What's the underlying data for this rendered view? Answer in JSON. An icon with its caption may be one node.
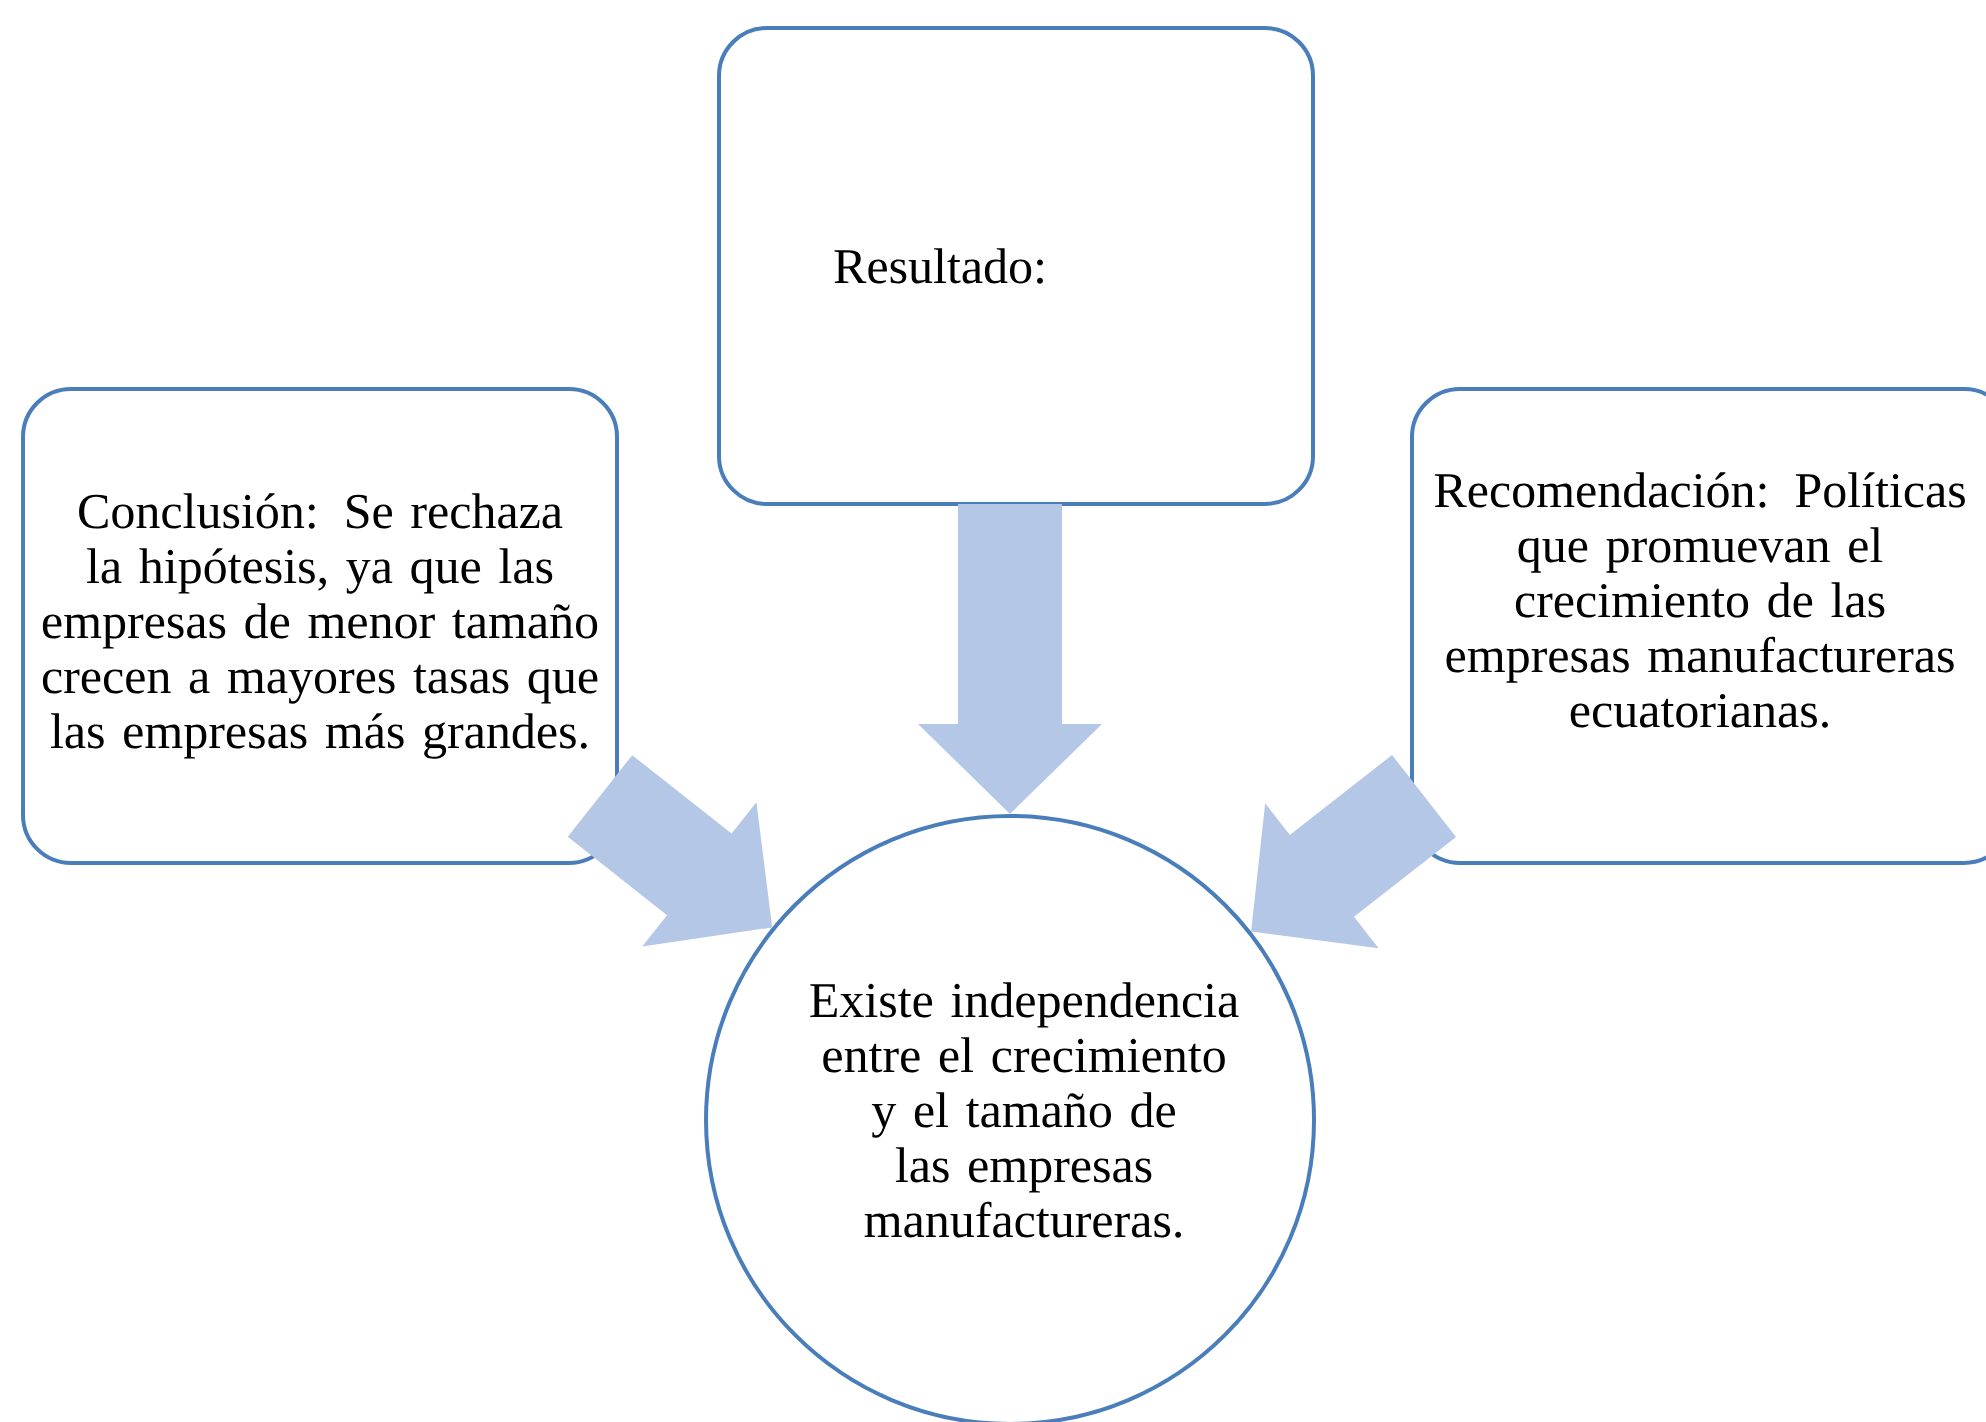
{
  "diagram": {
    "nodes": [
      {
        "text": [
          "Resultado:"
        ]
      },
      {
        "text": [
          "Conclusión: Se rechaza la hipótesis, ya que las empresas de menor tamaño crecen a mayores tasas que las empresas más grandes."
        ]
      },
      {
        "text": [
          "Recomendación: Políticas que promuevan el crecimiento de las empresas manufactureras ecuatorianas."
        ]
      },
      {
        "text": [
          "Existe independencia entre el crecimiento y el tamaño de las empresas manufactureras."
        ]
      }
    ],
    "edges": [
      {
        "from": 0,
        "to": 3,
        "arrow": "to"
      },
      {
        "from": 1,
        "to": 3,
        "arrow": "to"
      },
      {
        "from": 2,
        "to": 3,
        "arrow": "to"
      }
    ]
  }
}
